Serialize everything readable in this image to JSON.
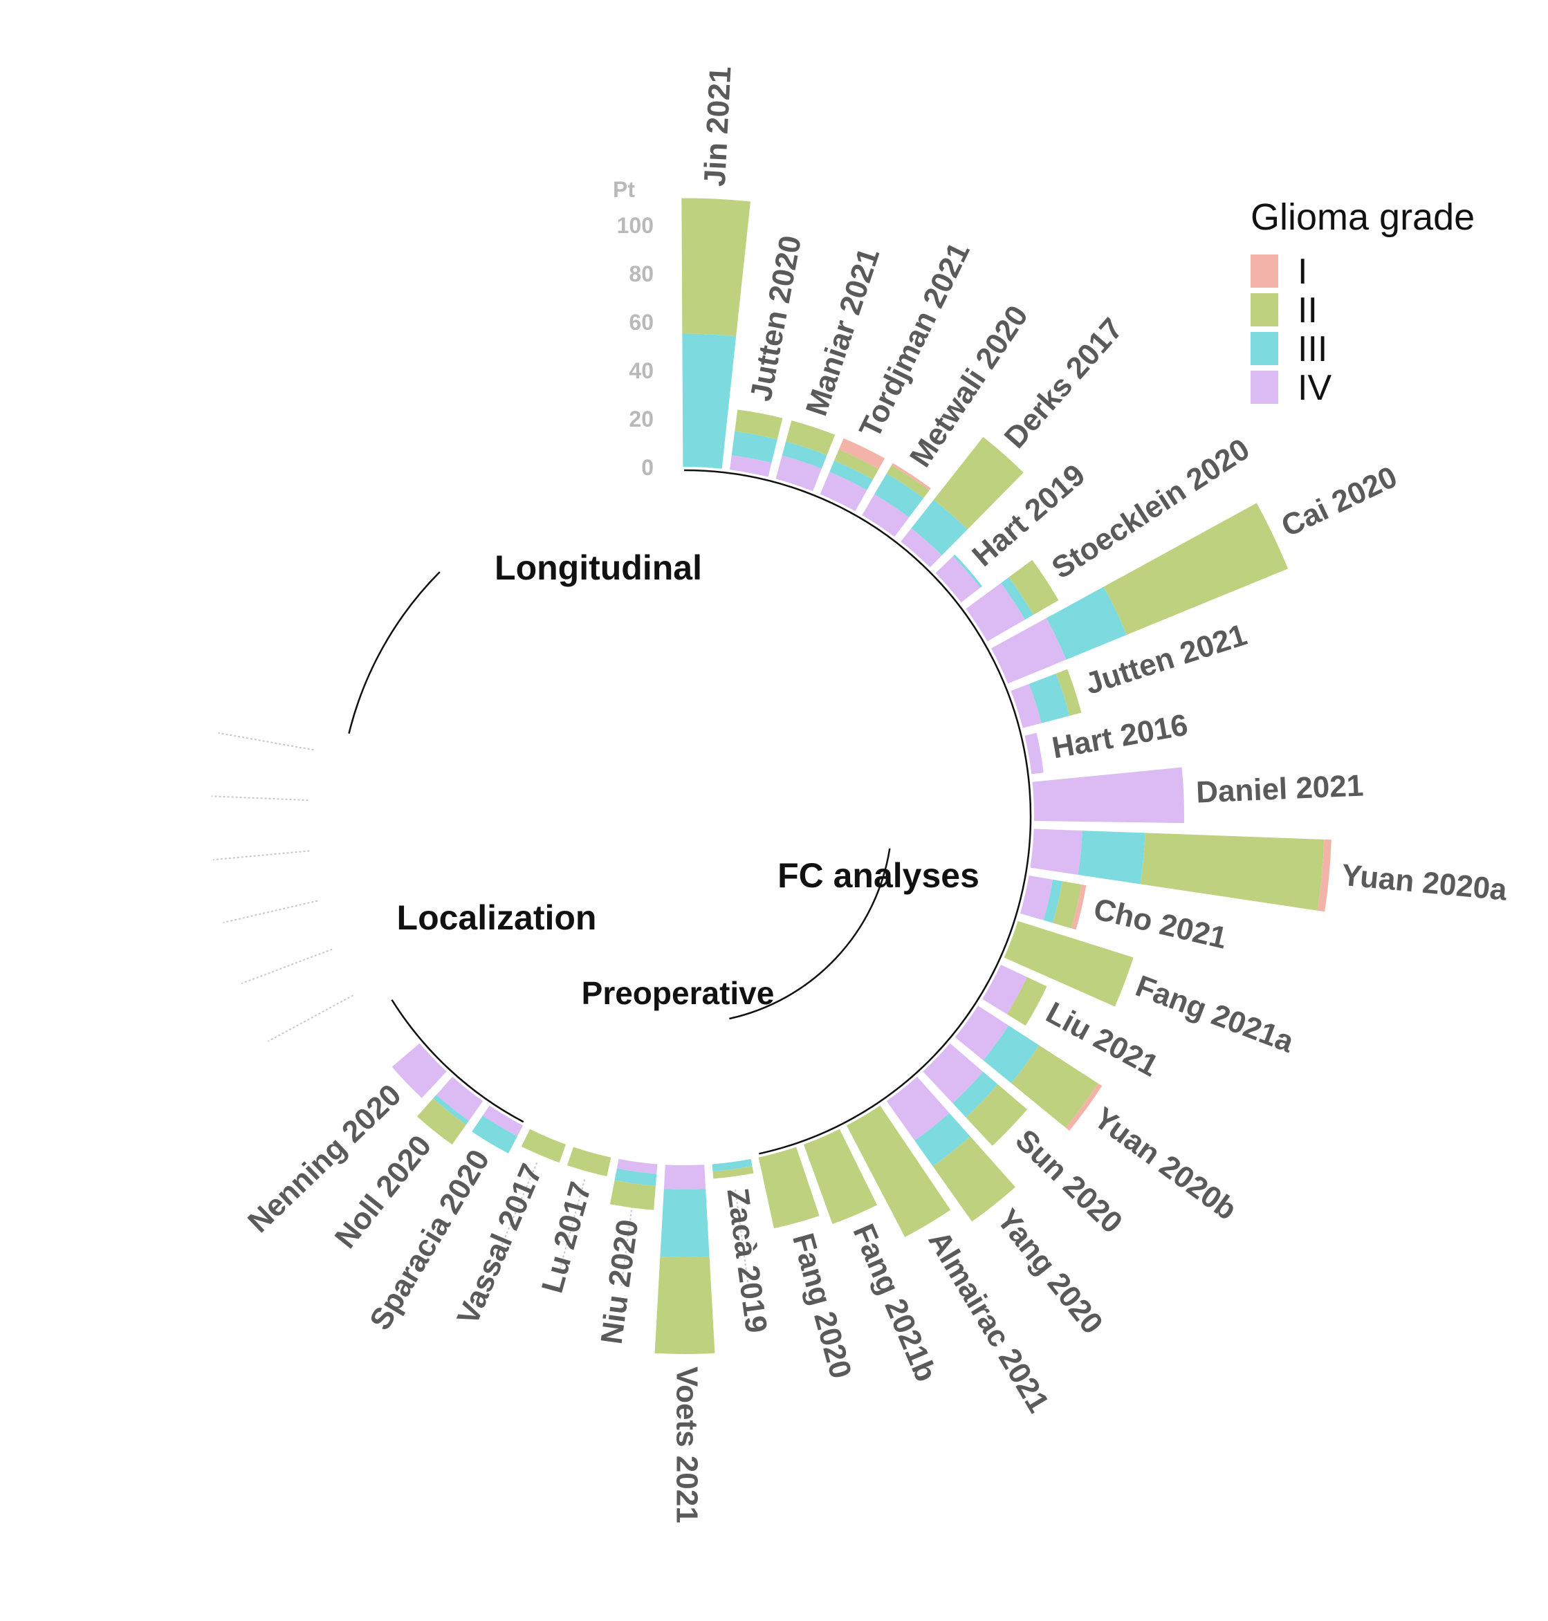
{
  "chart_data": {
    "type": "circular-stacked-bar",
    "legend": {
      "title": "Glioma grade",
      "placement": "top-right",
      "entries": [
        {
          "key": "I",
          "label": "I",
          "color": "#f4b3a8"
        },
        {
          "key": "II",
          "label": "II",
          "color": "#bed17e"
        },
        {
          "key": "III",
          "label": "III",
          "color": "#7ddbdf"
        },
        {
          "key": "IV",
          "label": "IV",
          "color": "#dcbaf4"
        }
      ]
    },
    "radial_axis": {
      "label": "Pt",
      "ticks": [
        "0",
        "20",
        "40",
        "60",
        "80",
        "100"
      ],
      "range": [
        0,
        110
      ]
    },
    "stack_order": [
      "IV",
      "III",
      "II",
      "I"
    ],
    "groups": [
      {
        "name": "FC analyses",
        "studies": [
          "Jin 2021",
          "Jutten 2020",
          "Maniar 2021",
          "Tordjman 2021",
          "Metwali 2020",
          "Derks 2017",
          "Hart 2019",
          "Stoecklein 2020",
          "Cai 2020",
          "Jutten 2021",
          "Hart 2016",
          "Daniel 2021",
          "Yuan 2020a",
          "Cho 2021",
          "Fang 2021a",
          "Liu 2021",
          "Yuan 2020b",
          "Sun 2020",
          "Yang 2020",
          "Almairac 2021",
          "Fang 2021b",
          "Fang 2020"
        ]
      },
      {
        "name": "Preoperative",
        "studies": [
          "Cho 2021",
          "Fang 2021a",
          "Liu 2021",
          "Yuan 2020b",
          "Sun 2020",
          "Yang 2020",
          "Almairac 2021",
          "Fang 2021b",
          "Fang 2020"
        ]
      },
      {
        "name": "Localization",
        "studies": [
          "Zacà 2019",
          "Voets 2021",
          "Niu 2020",
          "Lu 2017"
        ]
      },
      {
        "name": "Longitudinal",
        "studies": [
          "Vassal 2017",
          "Sparacia 2020",
          "Noll 2020",
          "Nenning 2020"
        ]
      }
    ],
    "studies": [
      {
        "label": "Jin 2021",
        "IV": 0,
        "III": 55,
        "II": 56,
        "I": 0
      },
      {
        "label": "Jutten 2020",
        "IV": 6,
        "III": 10,
        "II": 9,
        "I": 0
      },
      {
        "label": "Maniar 2021",
        "IV": 10,
        "III": 6,
        "II": 9,
        "I": 0
      },
      {
        "label": "Tordjman 2021",
        "IV": 10,
        "III": 5,
        "II": 5,
        "I": 5
      },
      {
        "label": "Metwali 2020",
        "IV": 10,
        "III": 10,
        "II": 4,
        "I": 1
      },
      {
        "label": "Derks 2017",
        "IV": 7,
        "III": 15,
        "II": 33,
        "I": 0
      },
      {
        "label": "Hart 2019",
        "IV": 10,
        "III": 1,
        "II": 0,
        "I": 0
      },
      {
        "label": "Stoecklein 2020",
        "IV": 18,
        "III": 4,
        "II": 12,
        "I": 0
      },
      {
        "label": "Cai 2020",
        "IV": 26,
        "III": 27,
        "II": 72,
        "I": 0
      },
      {
        "label": "Jutten 2021",
        "IV": 8,
        "III": 12,
        "II": 5,
        "I": 0
      },
      {
        "label": "Hart 2016",
        "IV": 5,
        "III": 0,
        "II": 0,
        "I": 0
      },
      {
        "label": "Daniel 2021",
        "IV": 62,
        "III": 0,
        "II": 0,
        "I": 0
      },
      {
        "label": "Yuan 2020a",
        "IV": 20,
        "III": 26,
        "II": 74,
        "I": 3
      },
      {
        "label": "Cho 2021",
        "IV": 10,
        "III": 4,
        "II": 8,
        "I": 2
      },
      {
        "label": "Fang 2021a",
        "IV": 0,
        "III": 0,
        "II": 50,
        "I": 0
      },
      {
        "label": "Liu 2021",
        "IV": 12,
        "III": 0,
        "II": 9,
        "I": 0
      },
      {
        "label": "Yuan 2020b",
        "IV": 15,
        "III": 15,
        "II": 29,
        "I": 2
      },
      {
        "label": "Sun 2020",
        "IV": 18,
        "III": 8,
        "II": 16,
        "I": 0
      },
      {
        "label": "Yang 2020",
        "IV": 20,
        "III": 13,
        "II": 28,
        "I": 0
      },
      {
        "label": "Almairac 2021",
        "IV": 0,
        "III": 0,
        "II": 52,
        "I": 0
      },
      {
        "label": "Fang 2021b",
        "IV": 0,
        "III": 0,
        "II": 35,
        "I": 0
      },
      {
        "label": "Fang 2020",
        "IV": 0,
        "III": 0,
        "II": 30,
        "I": 0
      },
      {
        "label": "Zacà 2019",
        "IV": 0,
        "III": 3,
        "II": 3,
        "I": 0
      },
      {
        "label": "Voets 2021",
        "IV": 10,
        "III": 28,
        "II": 40,
        "I": 0
      },
      {
        "label": "Niu 2020",
        "IV": 4,
        "III": 5,
        "II": 10,
        "I": 0
      },
      {
        "label": "Lu 2017",
        "IV": 0,
        "III": 0,
        "II": 8,
        "I": 0
      },
      {
        "label": "Vassal 2017",
        "IV": 0,
        "III": 0,
        "II": 8,
        "I": 0
      },
      {
        "label": "Sparacia 2020",
        "IV": 5,
        "III": 8,
        "II": 0,
        "I": 0
      },
      {
        "label": "Noll 2020",
        "IV": 10,
        "III": 2,
        "II": 10,
        "I": 0
      },
      {
        "label": "Nenning 2020",
        "IV": 15,
        "III": 0,
        "II": 0,
        "I": 0
      }
    ]
  }
}
